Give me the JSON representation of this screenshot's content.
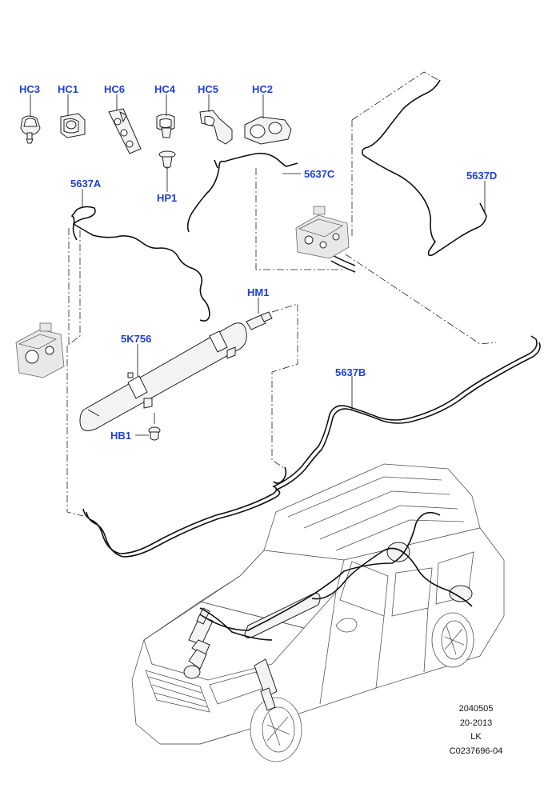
{
  "labels": {
    "hc3": "HC3",
    "hc1": "HC1",
    "hc6": "HC6",
    "hc4": "HC4",
    "hc5": "HC5",
    "hc2": "HC2",
    "hp1": "HP1",
    "p5637c": "5637C",
    "p5637a": "5637A",
    "p5637d": "5637D",
    "hm1": "HM1",
    "p5k756": "5K756",
    "p5637b": "5637B",
    "hb1": "HB1"
  },
  "reference": {
    "line1": "2040505",
    "line2": "20-2013",
    "line3": "LK",
    "line4": "C0237696-04"
  },
  "colors": {
    "label_blue": "#1f3fd6",
    "line_black": "#111111"
  }
}
